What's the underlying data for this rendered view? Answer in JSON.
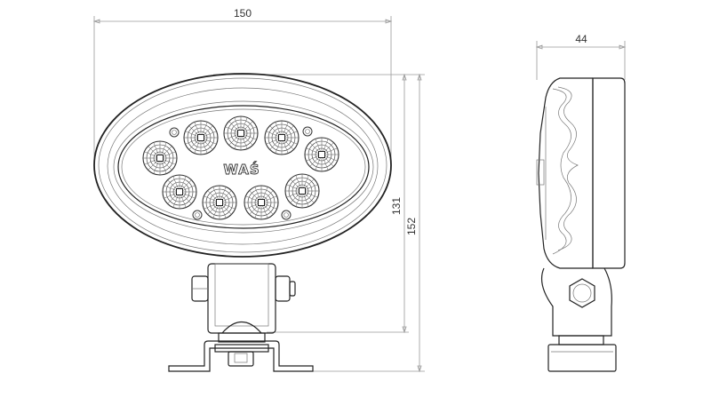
{
  "drawing": {
    "front_view": {
      "brand_logo": "WAŚ",
      "led_count": 9,
      "dimensions": {
        "width": "150",
        "height_lamp": "131",
        "height_total": "152"
      }
    },
    "side_view": {
      "dimensions": {
        "depth": "44"
      }
    }
  }
}
